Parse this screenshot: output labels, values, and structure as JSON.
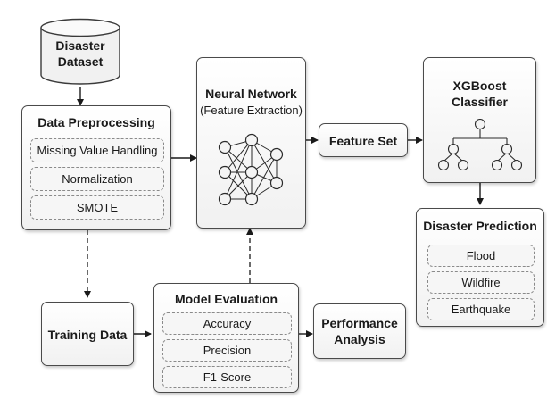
{
  "dataset": {
    "line1": "Disaster",
    "line2": "Dataset"
  },
  "preprocessing": {
    "title": "Data Preprocessing",
    "items": [
      "Missing Value Handling",
      "Normalization",
      "SMOTE"
    ]
  },
  "neural_network": {
    "title": "Neural Network",
    "subtitle": "(Feature Extraction)"
  },
  "feature_set": {
    "title": "Feature Set"
  },
  "xgboost": {
    "line1": "XGBoost",
    "line2": "Classifier"
  },
  "prediction": {
    "title": "Disaster Prediction",
    "items": [
      "Flood",
      "Wildfire",
      "Earthquake"
    ]
  },
  "training": {
    "title": "Training Data"
  },
  "evaluation": {
    "title": "Model Evaluation",
    "items": [
      "Accuracy",
      "Precision",
      "F1-Score"
    ]
  },
  "performance": {
    "line1": "Performance",
    "line2": "Analysis"
  },
  "icons": {
    "dataset": "database-cylinder-icon",
    "neural_network": "neural-network-icon",
    "xgboost": "decision-tree-icon"
  },
  "colors": {
    "stroke": "#4a4a4a",
    "arrow": "#1a1a1a",
    "box_fill": "#f4f4f4"
  }
}
